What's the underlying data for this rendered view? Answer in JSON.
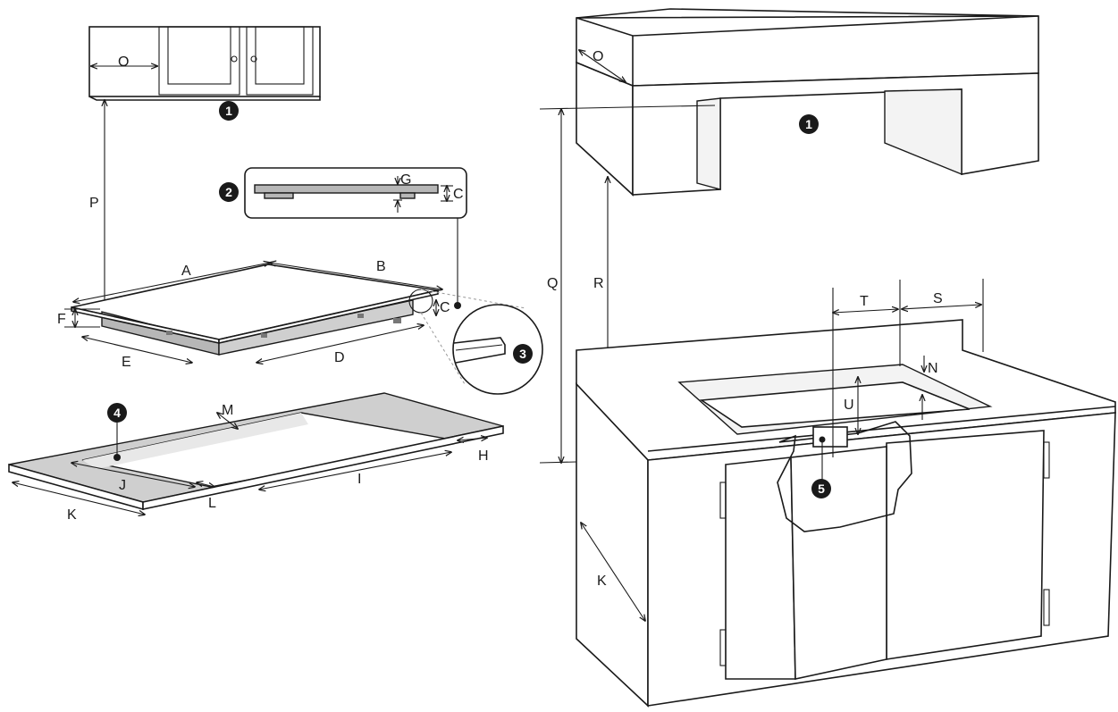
{
  "labels": {
    "O": "O",
    "P": "P",
    "G": "G",
    "C": "C",
    "A": "A",
    "B": "B",
    "F": "F",
    "E": "E",
    "D": "D",
    "M": "M",
    "H": "H",
    "I": "I",
    "J": "J",
    "K": "K",
    "L": "L",
    "Q": "Q",
    "R": "R",
    "T": "T",
    "S": "S",
    "N": "N",
    "U": "U"
  },
  "badges": [
    "1",
    "2",
    "3",
    "4",
    "5"
  ],
  "colors": {
    "line": "#1a1a1a",
    "shade": "#b7b7b7",
    "badge": "#1a1a1a",
    "background": "#ffffff"
  }
}
